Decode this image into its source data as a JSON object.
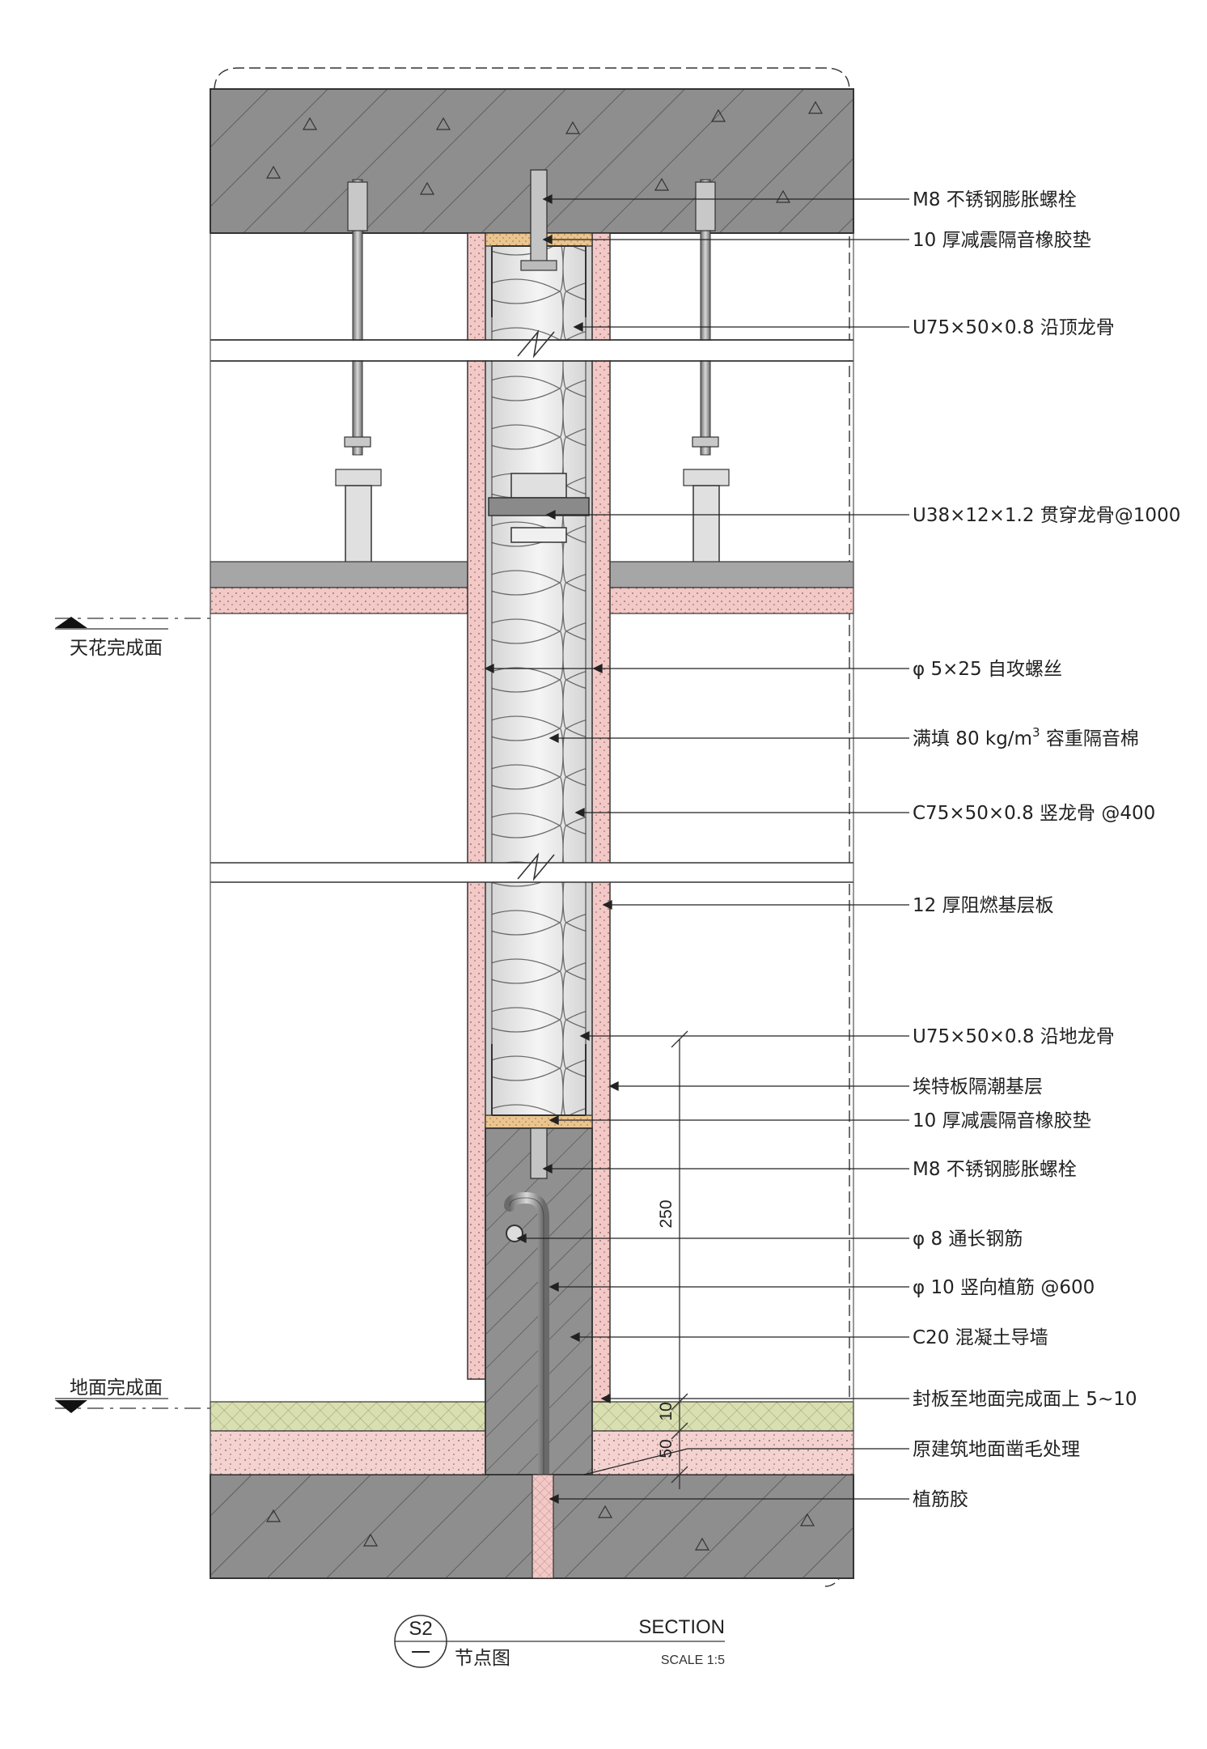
{
  "labels": {
    "l01": "M8 不锈钢膨胀螺栓",
    "l02": "10 厚减震隔音橡胶垫",
    "l03": "U75×50×0.8 沿顶龙骨",
    "l04": "U38×12×1.2 贯穿龙骨@1000",
    "l05": "φ 5×25 自攻螺丝",
    "l06_a": "满填 80 kg/m",
    "l06_sup": "3",
    "l06_b": " 容重隔音棉",
    "l07": "C75×50×0.8 竖龙骨 @400",
    "l08": "12 厚阻燃基层板",
    "l09": "U75×50×0.8 沿地龙骨",
    "l10": "埃特板隔潮基层",
    "l11": "10 厚减震隔音橡胶垫",
    "l12": "M8 不锈钢膨胀螺栓",
    "l13": "φ 8 通长钢筋",
    "l14": "φ 10 竖向植筋 @600",
    "l15": "C20 混凝土导墙",
    "l16": "封板至地面完成面上 5~10",
    "l17": "原建筑地面凿毛处理",
    "l18": "植筋胶"
  },
  "levels": {
    "ceiling": "天花完成面",
    "floor": "地面完成面"
  },
  "dimensions": {
    "d1": "250",
    "d2": "10",
    "d3": "50"
  },
  "title_block": {
    "code": "S2",
    "sub": "一",
    "name": "节点图",
    "title": "SECTION",
    "scale": "SCALE 1:5"
  },
  "colors": {
    "concrete": "#8e8e8e",
    "board": "#f2c9c6",
    "rubber": "#eac590",
    "tile": "#d9dfb0",
    "screed": "#f3d2d0",
    "insulation": "#e7e7e7"
  }
}
